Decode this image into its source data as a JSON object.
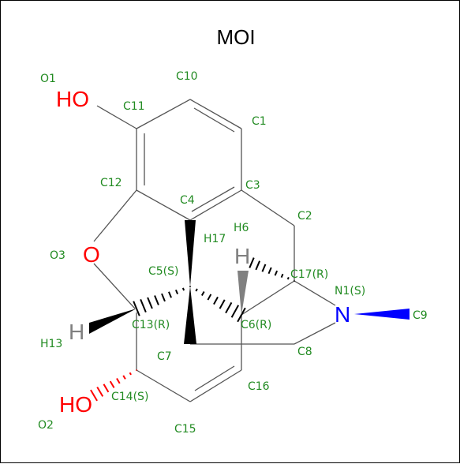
{
  "title": "MOI",
  "colors": {
    "label": "#228b22",
    "oxygen": "#ff0000",
    "nitrogen": "#0000ff",
    "hydrogen": "#808080",
    "bond": "#555555",
    "wedge": "#000000"
  },
  "atom_labels": {
    "O1": "O1",
    "O2": "O2",
    "O3": "O3",
    "N1": "N1(S)",
    "C1": "C1",
    "C2": "C2",
    "C3": "C3",
    "C4": "C4",
    "C5": "C5(S)",
    "C6": "C6(R)",
    "C7": "C7",
    "C8": "C8",
    "C9": "C9",
    "C10": "C10",
    "C11": "C11",
    "C12": "C12",
    "C13": "C13(R)",
    "C14": "C14(S)",
    "C15": "C15",
    "C16": "C16",
    "C17": "C17(R)",
    "H6": "H6",
    "H13": "H13",
    "H17": "H17"
  },
  "atom_symbols": {
    "HO_top": "HO",
    "HO_bottom": "HO",
    "O_ring": "O",
    "N": "N",
    "H_left": "H",
    "H_center": "H"
  }
}
